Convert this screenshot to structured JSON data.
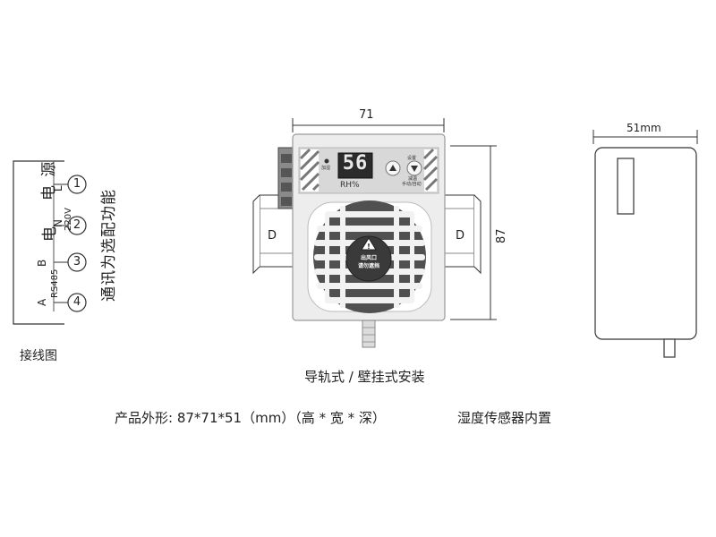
{
  "wiring": {
    "caption": "接线图",
    "power_label": "电 源",
    "comm_note": "通讯为选配功能",
    "voltage": "220V",
    "bus": "RS485",
    "pins": [
      "L",
      "N",
      "B",
      "A"
    ],
    "terminals": [
      "1",
      "2",
      "3",
      "4"
    ]
  },
  "front_view": {
    "width_dim": "71",
    "height_dim": "87",
    "display_value": "56",
    "display_unit": "RH%",
    "rail_marks": [
      "D",
      "D"
    ],
    "small_labels": [
      "加湿",
      "设置",
      "减温",
      "手动/自动"
    ],
    "warning_lines": [
      "出风口",
      "请勿遮挡"
    ]
  },
  "side_view": {
    "depth_dim": "51mm"
  },
  "captions": {
    "mount": "导轨式 / 壁挂式安装",
    "dimensions": "产品外形: 87*71*51（mm）（高 * 宽 * 深）",
    "sensor": "湿度传感器内置"
  },
  "colors": {
    "panel": "#e9e9e9",
    "display_bg": "#2b2b2b",
    "display_digits": "#e8e8e8",
    "hatch": "#777777"
  }
}
